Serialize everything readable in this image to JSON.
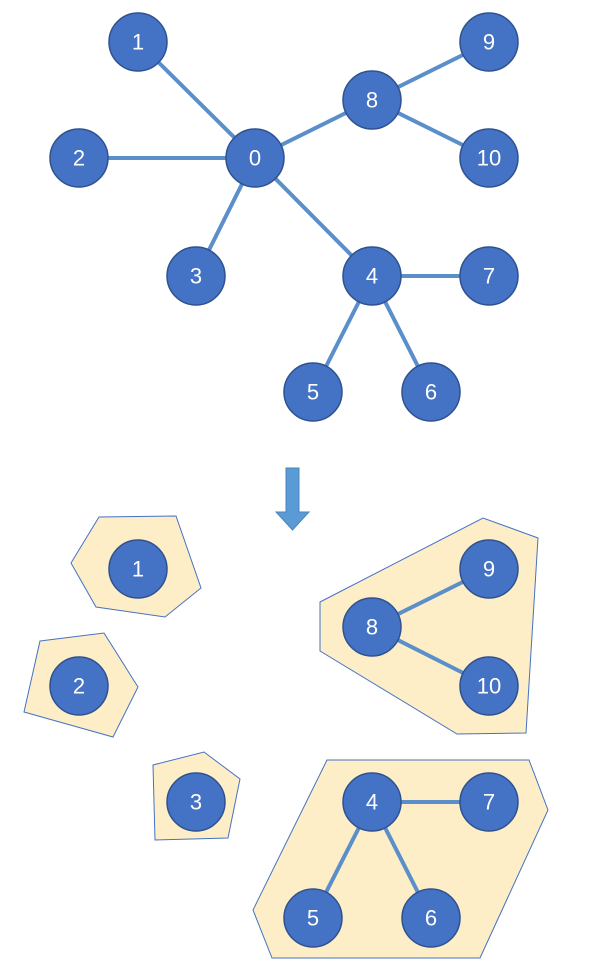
{
  "colors": {
    "node_fill": "#4472c4",
    "edge": "#5b8fc9",
    "cluster_fill": "#fdeec8",
    "arrow": "#5b9bd5"
  },
  "top_graph": {
    "nodes": [
      "0",
      "1",
      "2",
      "3",
      "4",
      "5",
      "6",
      "7",
      "8",
      "9",
      "10"
    ],
    "edges": [
      [
        "0",
        "1"
      ],
      [
        "0",
        "2"
      ],
      [
        "0",
        "3"
      ],
      [
        "0",
        "4"
      ],
      [
        "0",
        "8"
      ],
      [
        "8",
        "9"
      ],
      [
        "8",
        "10"
      ],
      [
        "4",
        "7"
      ],
      [
        "4",
        "5"
      ],
      [
        "4",
        "6"
      ]
    ]
  },
  "arrow_icon": "arrow-down-icon",
  "bottom_clusters": [
    {
      "nodes": [
        "1"
      ],
      "edges": []
    },
    {
      "nodes": [
        "2"
      ],
      "edges": []
    },
    {
      "nodes": [
        "3"
      ],
      "edges": []
    },
    {
      "nodes": [
        "8",
        "9",
        "10"
      ],
      "edges": [
        [
          "8",
          "9"
        ],
        [
          "8",
          "10"
        ]
      ]
    },
    {
      "nodes": [
        "4",
        "7",
        "5",
        "6"
      ],
      "edges": [
        [
          "4",
          "7"
        ],
        [
          "4",
          "5"
        ],
        [
          "4",
          "6"
        ]
      ]
    }
  ]
}
